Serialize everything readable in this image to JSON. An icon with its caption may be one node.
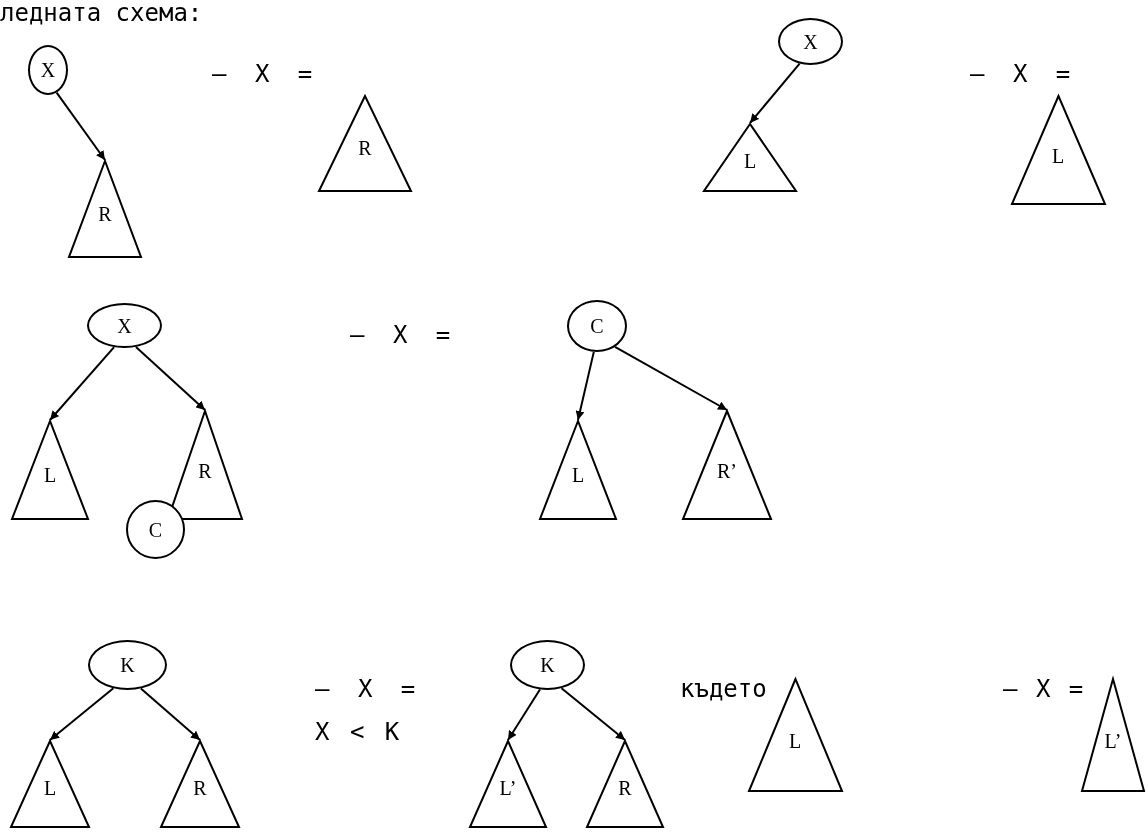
{
  "diagram": {
    "nodes": [
      {
        "text": [
          "X"
        ]
      },
      {
        "text": [
          "R"
        ]
      },
      {
        "text": [
          "R"
        ]
      },
      {
        "text": [
          "X"
        ]
      },
      {
        "text": [
          "L"
        ]
      },
      {
        "text": [
          "L"
        ]
      },
      {
        "text": [
          "X"
        ]
      },
      {
        "text": [
          "L"
        ]
      },
      {
        "text": [
          "R"
        ]
      },
      {
        "text": [
          "C"
        ]
      },
      {
        "text": [
          "C"
        ]
      },
      {
        "text": [
          "L"
        ]
      },
      {
        "text": [
          "R’"
        ]
      },
      {
        "text": [
          "K"
        ]
      },
      {
        "text": [
          "L"
        ]
      },
      {
        "text": [
          "R"
        ]
      },
      {
        "text": [
          "K"
        ]
      },
      {
        "text": [
          "L’"
        ]
      },
      {
        "text": [
          "R"
        ]
      },
      {
        "text": [
          "L"
        ]
      },
      {
        "text": [
          "L’"
        ]
      }
    ],
    "edges": [
      {
        "from": 0,
        "to": 1,
        "arrow": "to"
      },
      {
        "from": 3,
        "to": 4,
        "arrow": "to"
      },
      {
        "from": 6,
        "to": 7,
        "arrow": "to"
      },
      {
        "from": 6,
        "to": 8,
        "arrow": "to"
      },
      {
        "from": 10,
        "to": 11,
        "arrow": "to"
      },
      {
        "from": 10,
        "to": 12,
        "arrow": "to"
      },
      {
        "from": 13,
        "to": 14,
        "arrow": "to"
      },
      {
        "from": 13,
        "to": 15,
        "arrow": "to"
      },
      {
        "from": 16,
        "to": 17,
        "arrow": "to"
      },
      {
        "from": 16,
        "to": 18,
        "arrow": "to"
      }
    ],
    "labels": [
      "ледната схема:",
      "– X =",
      "– X =",
      "– X =",
      "– X =",
      "X < K",
      "където",
      "– X ="
    ]
  }
}
